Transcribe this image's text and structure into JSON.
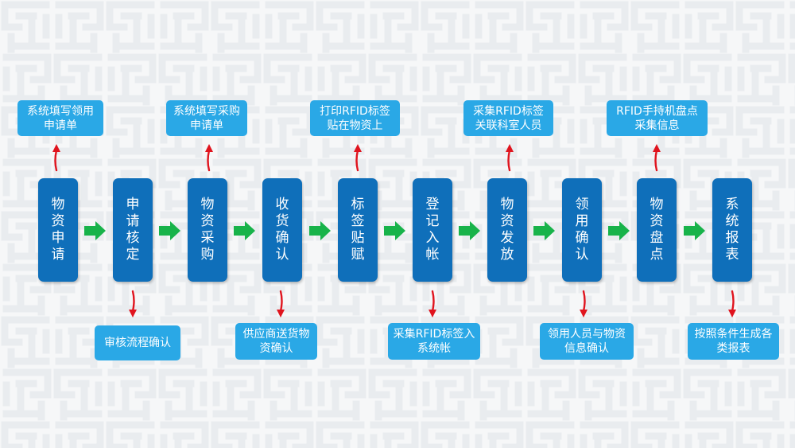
{
  "colors": {
    "step_fill": "#0f6fba",
    "note_fill": "#2aa8e6",
    "flow_arrow": "#18b34a",
    "branch_arrow": "#e0141e",
    "background_pattern": "#e9ecef"
  },
  "steps": [
    {
      "label": "物资申请",
      "note": "系统填写领用申请单"
    },
    {
      "label": "申请核定",
      "note": "审核流程确认"
    },
    {
      "label": "物资采购",
      "note": "系统填写采购申请单"
    },
    {
      "label": "收货确认",
      "note": "供应商送货物资确认"
    },
    {
      "label": "标签贴赋",
      "note": "打印RFID标签贴在物资上"
    },
    {
      "label": "登记入帐",
      "note": "采集RFID标签入系统帐"
    },
    {
      "label": "物资发放",
      "note": "采集RFID标签关联科室人员"
    },
    {
      "label": "领用确认",
      "note": "领用人员与物资信息确认"
    },
    {
      "label": "物资盘点",
      "note": "RFID手持机盘点采集信息"
    },
    {
      "label": "系统报表",
      "note": "按照条件生成各类报表"
    }
  ]
}
